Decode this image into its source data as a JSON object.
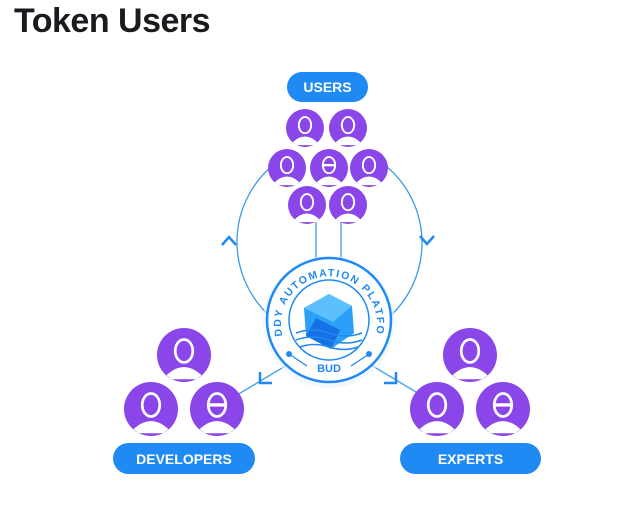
{
  "title": "Token Users",
  "colors": {
    "accent_blue": "#1f8af3",
    "avatar_purple": "#8a46e8",
    "line_blue": "#3a9be8"
  },
  "groups": {
    "users": {
      "label": "USERS",
      "avatar_count": 7
    },
    "developers": {
      "label": "DEVELOPERS",
      "avatar_count": 3
    },
    "experts": {
      "label": "EXPERTS",
      "avatar_count": 3
    }
  },
  "badge": {
    "ring_text": "BUDDY AUTOMATION PLATFORM",
    "name": "BUD"
  }
}
